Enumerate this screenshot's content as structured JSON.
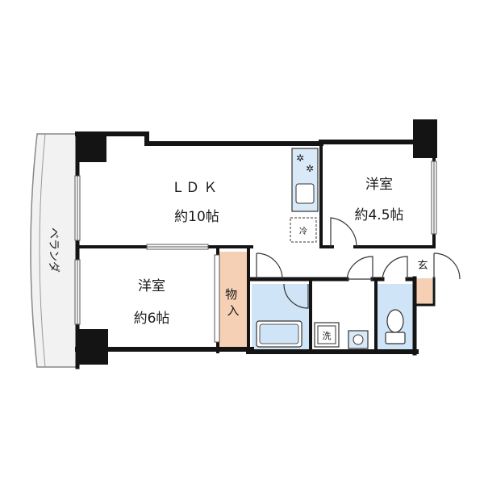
{
  "rooms": {
    "ldk": {
      "name": "LＤＫ",
      "size": "約10帖"
    },
    "western_4_5": {
      "name": "洋室",
      "size": "約4.5帖"
    },
    "western_6": {
      "name": "洋室",
      "size": "約6帖"
    },
    "closet": {
      "name": "物\n入"
    },
    "entrance": {
      "name": "玄"
    },
    "veranda": {
      "name": "ベランダ"
    }
  },
  "fixtures": {
    "fridge_label": "冷",
    "washer_label": "洗"
  },
  "colors": {
    "wall": "#141414",
    "closet_fill": "#f6d0b4",
    "wet_area_fill": "#cfe4f6",
    "fixture_fill": "#d9e9f8",
    "veranda_fill": "#f2f2f2",
    "entrance_fill": "#f6d0b4"
  }
}
